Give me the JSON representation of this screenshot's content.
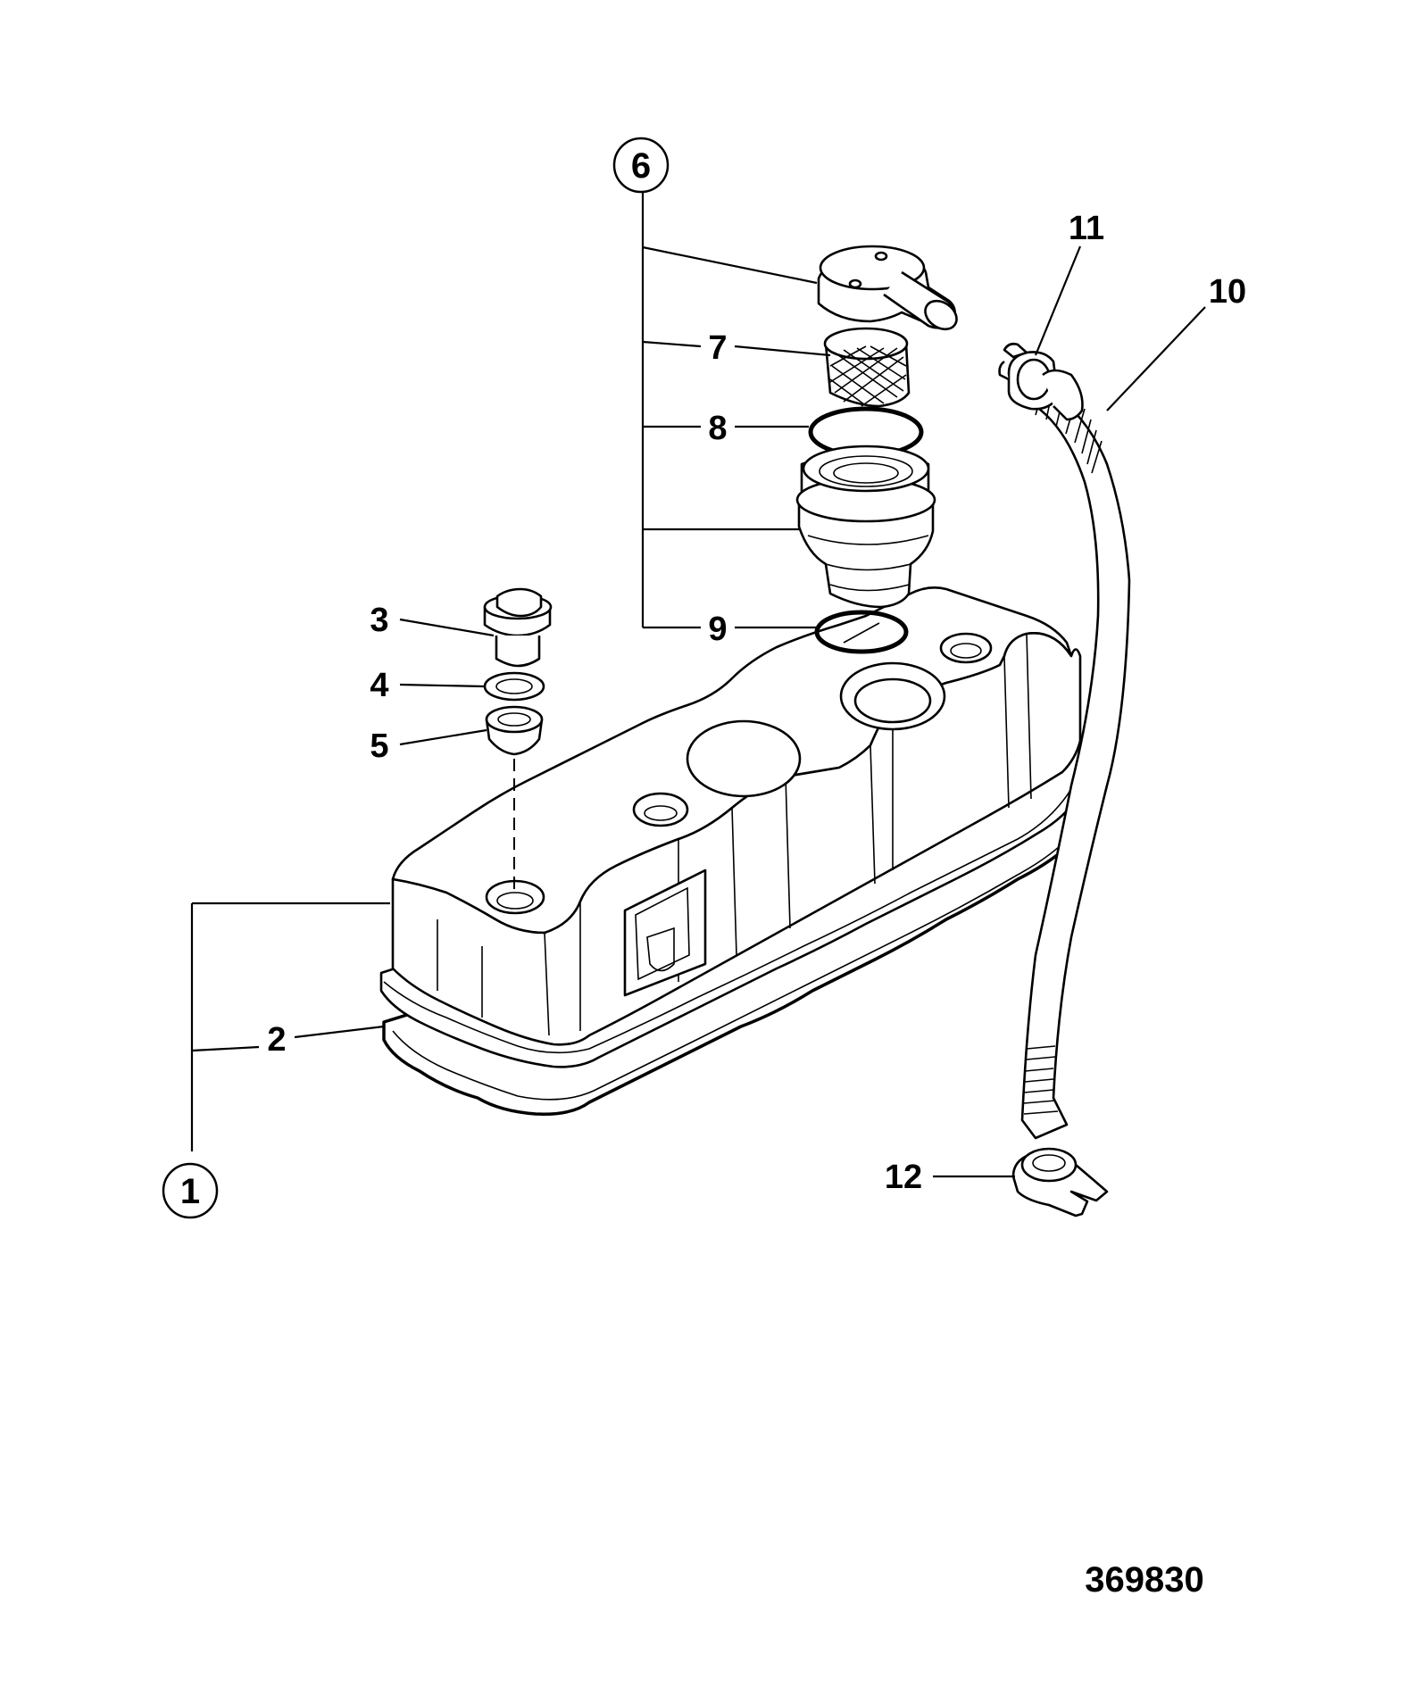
{
  "callouts": {
    "c1": "1",
    "c2": "2",
    "c3": "3",
    "c4": "4",
    "c5": "5",
    "c6": "6",
    "c7": "7",
    "c8": "8",
    "c9": "9",
    "c10": "10",
    "c11": "11",
    "c12": "12"
  },
  "reference_number": "369830"
}
